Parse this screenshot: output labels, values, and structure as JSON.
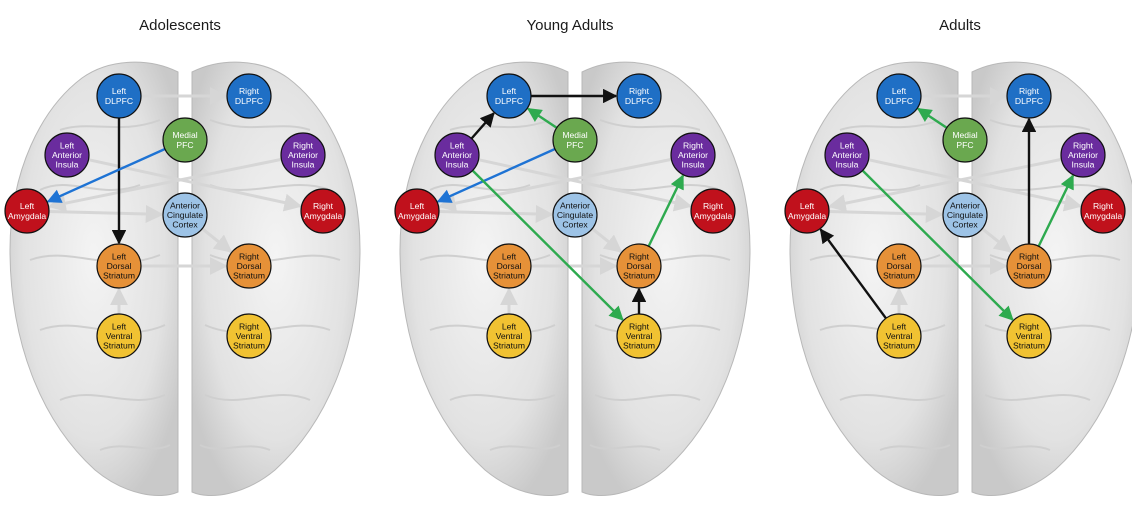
{
  "figure": {
    "panels": [
      {
        "id": "adolescents",
        "title": "Adolescents",
        "connections": [
          {
            "from": "left_dlpfc",
            "to": "left_dorsal_striatum",
            "type": "black"
          },
          {
            "from": "medial_pfc",
            "to": "left_amygdala",
            "type": "blue"
          }
        ]
      },
      {
        "id": "young_adults",
        "title": "Young Adults",
        "connections": [
          {
            "from": "left_dlpfc",
            "to": "right_dlpfc",
            "type": "black"
          },
          {
            "from": "left_anterior_insula",
            "to": "left_dlpfc",
            "type": "black"
          },
          {
            "from": "medial_pfc",
            "to": "left_dlpfc",
            "type": "green"
          },
          {
            "from": "medial_pfc",
            "to": "left_amygdala",
            "type": "blue"
          },
          {
            "from": "left_anterior_insula",
            "to": "right_ventral_striatum",
            "type": "green"
          },
          {
            "from": "right_dorsal_striatum",
            "to": "right_anterior_insula",
            "type": "green"
          },
          {
            "from": "right_ventral_striatum",
            "to": "right_dorsal_striatum",
            "type": "black"
          }
        ]
      },
      {
        "id": "adults",
        "title": "Adults",
        "connections": [
          {
            "from": "medial_pfc",
            "to": "left_dlpfc",
            "type": "green"
          },
          {
            "from": "right_dorsal_striatum",
            "to": "right_dlpfc",
            "type": "black"
          },
          {
            "from": "right_dorsal_striatum",
            "to": "right_anterior_insula",
            "type": "green"
          },
          {
            "from": "left_anterior_insula",
            "to": "right_ventral_striatum",
            "type": "green"
          },
          {
            "from": "left_ventral_striatum",
            "to": "left_amygdala",
            "type": "black"
          }
        ]
      }
    ],
    "nodes": [
      {
        "id": "left_dlpfc",
        "lines": [
          "Left",
          "DLPFC"
        ],
        "color": "#1f6fc5",
        "text_color": "light"
      },
      {
        "id": "right_dlpfc",
        "lines": [
          "Right",
          "DLPFC"
        ],
        "color": "#1f6fc5",
        "text_color": "light"
      },
      {
        "id": "medial_pfc",
        "lines": [
          "Medial",
          "PFC"
        ],
        "color": "#6aa84f",
        "text_color": "light"
      },
      {
        "id": "left_anterior_insula",
        "lines": [
          "Left",
          "Anterior",
          "Insula"
        ],
        "color": "#6a2c9e",
        "text_color": "light"
      },
      {
        "id": "right_anterior_insula",
        "lines": [
          "Right",
          "Anterior",
          "Insula"
        ],
        "color": "#6a2c9e",
        "text_color": "light"
      },
      {
        "id": "left_amygdala",
        "lines": [
          "Left",
          "Amygdala"
        ],
        "color": "#c0111c",
        "text_color": "light"
      },
      {
        "id": "right_amygdala",
        "lines": [
          "Right",
          "Amygdala"
        ],
        "color": "#c0111c",
        "text_color": "light"
      },
      {
        "id": "anterior_cingulate_cortex",
        "lines": [
          "Anterior",
          "Cingulate",
          "Cortex"
        ],
        "color": "#9dc3e6",
        "text_color": "dark"
      },
      {
        "id": "left_dorsal_striatum",
        "lines": [
          "Left",
          "Dorsal",
          "Striatum"
        ],
        "color": "#e69138",
        "text_color": "dark"
      },
      {
        "id": "right_dorsal_striatum",
        "lines": [
          "Right",
          "Dorsal",
          "Striatum"
        ],
        "color": "#e69138",
        "text_color": "dark"
      },
      {
        "id": "left_ventral_striatum",
        "lines": [
          "Left",
          "Ventral",
          "Striatum"
        ],
        "color": "#f1c232",
        "text_color": "dark"
      },
      {
        "id": "right_ventral_striatum",
        "lines": [
          "Right",
          "Ventral",
          "Striatum"
        ],
        "color": "#f1c232",
        "text_color": "dark"
      }
    ],
    "connection_colors": {
      "black": "#111111",
      "green": "#2eaa4f",
      "blue": "#1e73d4",
      "faint": "#d6d6d6"
    }
  }
}
